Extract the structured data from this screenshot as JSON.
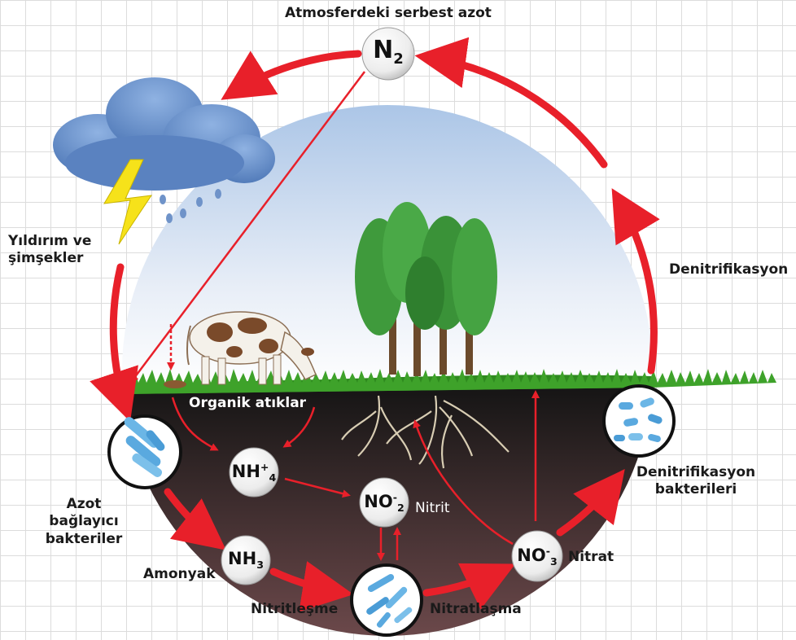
{
  "labels": {
    "atmosphere": "Atmosferdeki serbest azot",
    "lightning": "Yıldırım ve şimşekler",
    "denitrification": "Denitrifikasyon",
    "organic_waste": "Organik atıklar",
    "nitrogen_fixing_bacteria": "Azot bağlayıcı bakteriler",
    "denitrifying_bacteria": "Denitrifikasyon bakterileri",
    "ammonia": "Amonyak",
    "nitrification_nitrite": "Nitritleşme",
    "nitrification_nitrate": "Nitratlaşma",
    "nitrite": "Nitrit",
    "nitrate": "Nitrat"
  },
  "molecules": {
    "n2": {
      "base": "N",
      "sub": "2"
    },
    "nh4": {
      "base": "NH",
      "sup": "+",
      "sub": "4"
    },
    "no2": {
      "base": "NO",
      "sup": "-",
      "sub": "2"
    },
    "nh3": {
      "base": "NH",
      "sub": "3"
    },
    "no3": {
      "base": "NO",
      "sup": "-",
      "sub": "3"
    }
  },
  "colors": {
    "arrow": "#e8202a",
    "soil_top": "#151515",
    "soil_bottom": "#6e4a4c",
    "sky_top": "#a8c4e6",
    "grass": "#2f8a1f",
    "tree": "#3f9a3c",
    "cloud": "#5e86c4",
    "lightning": "#f6e21a",
    "bacteria": "#5aa9df"
  }
}
